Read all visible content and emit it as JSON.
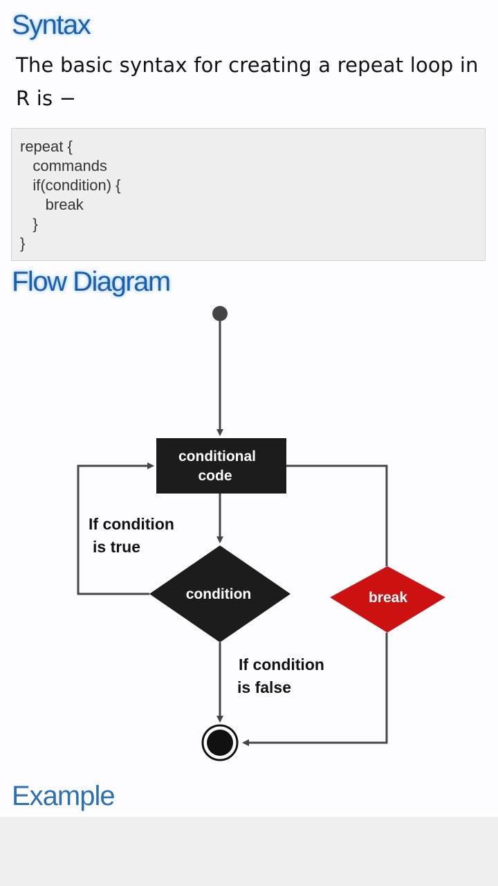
{
  "headings": {
    "syntax": "Syntax",
    "flow_diagram": "Flow Diagram",
    "example": "Example"
  },
  "intro_text": "The basic syntax for creating a repeat loop in R is −",
  "code_block": "repeat { \n   commands \n   if(condition) {\n      break\n   }\n}",
  "diagram": {
    "process_label_line1": "conditional",
    "process_label_line2": "code",
    "decision_label": "condition",
    "break_label": "break",
    "true_label_line1": "If condition",
    "true_label_line2": "is true",
    "false_label_line1": "If condition",
    "false_label_line2": "is false",
    "colors": {
      "process_fill": "#1c1c1c",
      "decision_fill": "#1c1c1c",
      "break_fill": "#cc1111",
      "line": "#444444",
      "node_text": "#ffffff"
    }
  }
}
